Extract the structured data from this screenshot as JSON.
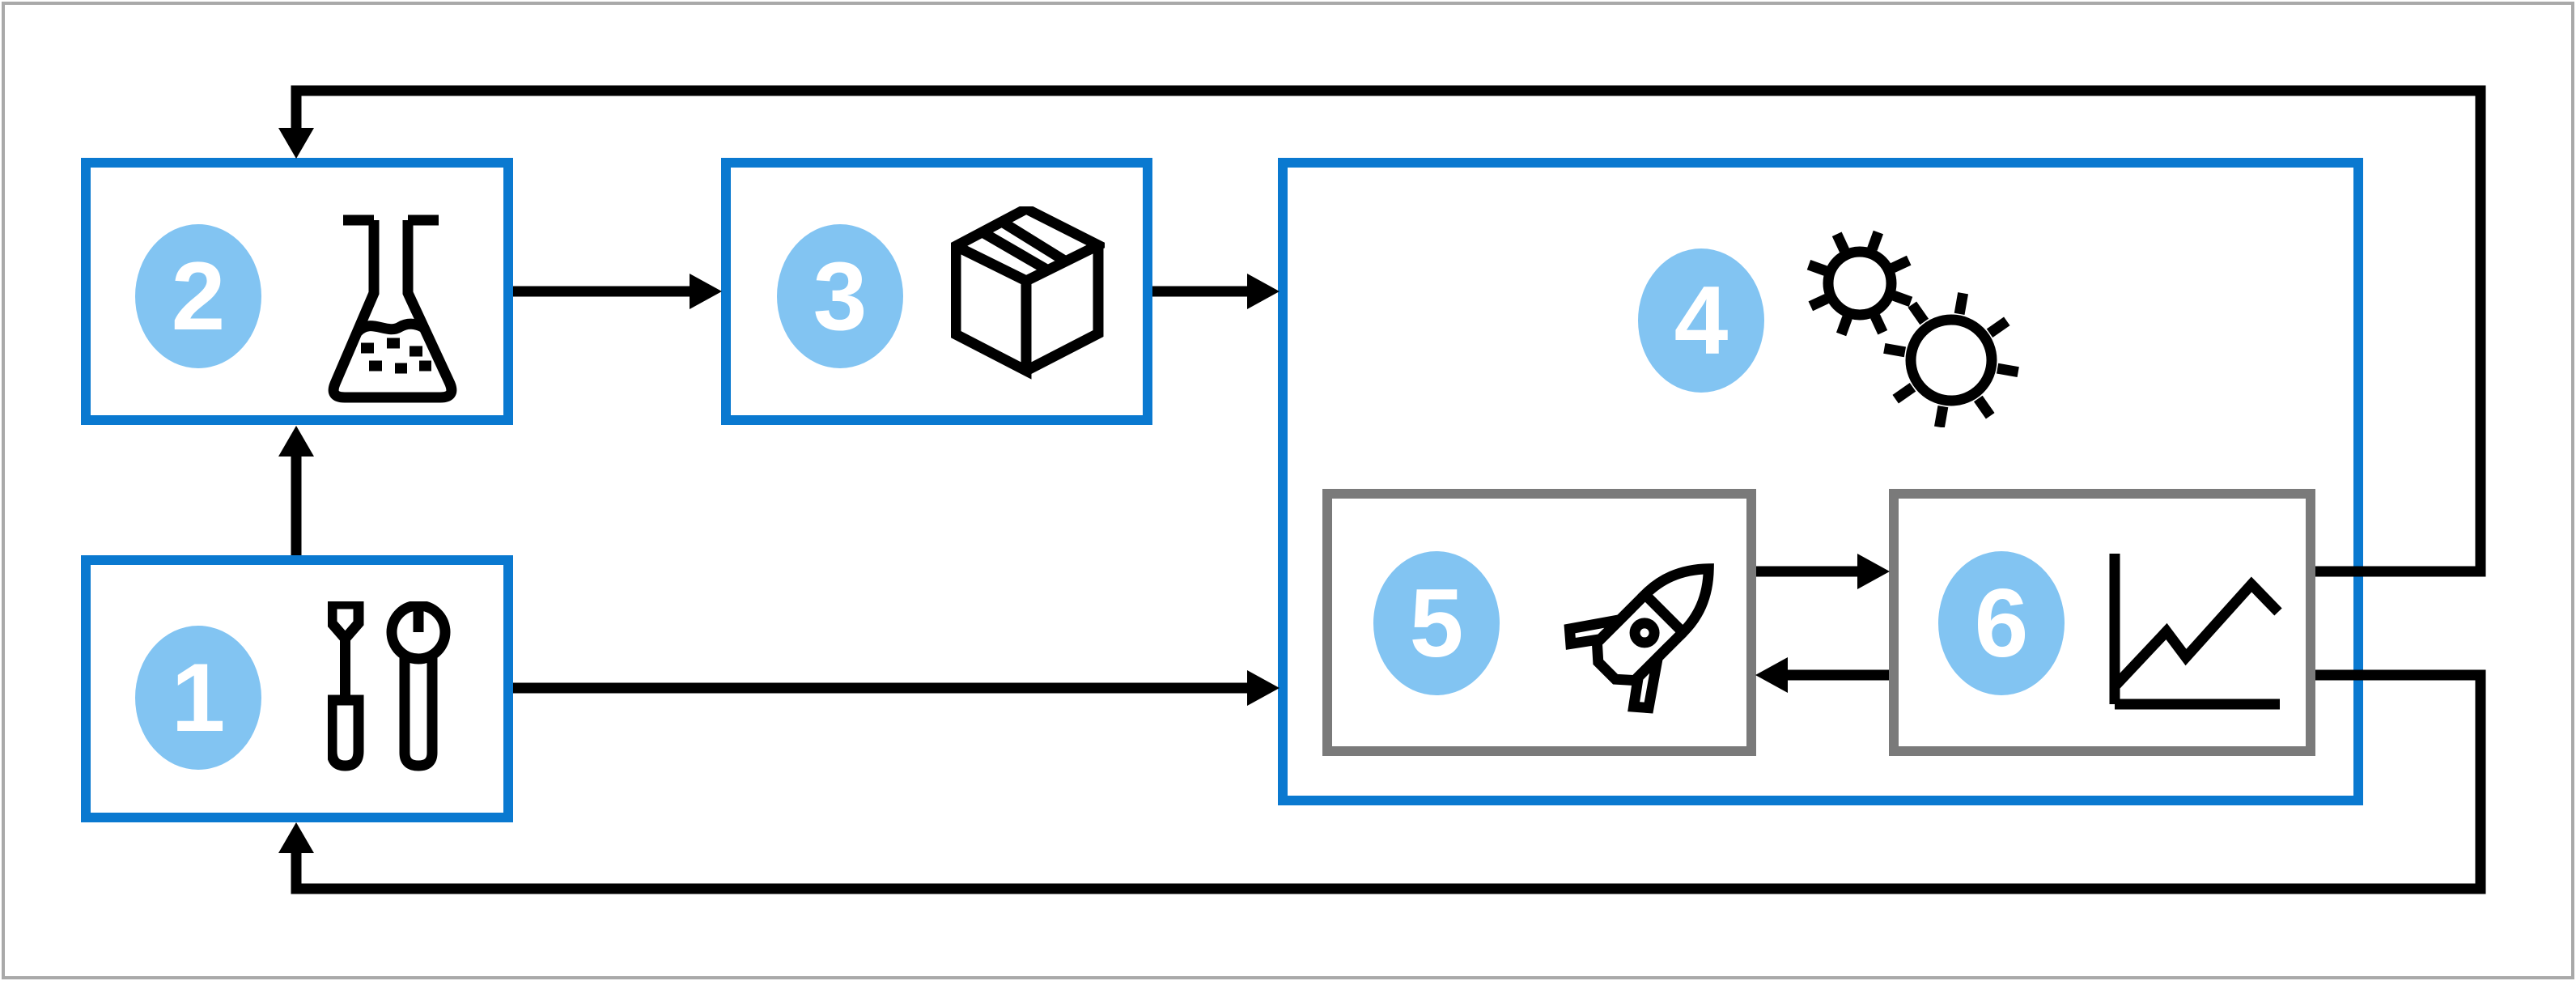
{
  "diagram_title": "numbered-process-flow-diagram",
  "colors": {
    "accent_blue": "#0a79d0",
    "badge_fill": "#82c4f2",
    "badge_text": "#ffffff",
    "inner_box_gray": "#7a7a7a",
    "frame_gray": "#a9a9a9",
    "connector_black": "#000000",
    "background": "#ffffff"
  },
  "steps": [
    {
      "number": "1",
      "icon": "tools-icon"
    },
    {
      "number": "2",
      "icon": "flask-icon"
    },
    {
      "number": "3",
      "icon": "package-icon"
    },
    {
      "number": "4",
      "icon": "germs-icon"
    },
    {
      "number": "5",
      "icon": "rocket-icon"
    },
    {
      "number": "6",
      "icon": "chart-icon"
    }
  ],
  "connections": [
    {
      "from": "1",
      "to": "2",
      "type": "arrow"
    },
    {
      "from": "2",
      "to": "3",
      "type": "arrow"
    },
    {
      "from": "3",
      "to": "4",
      "type": "arrow"
    },
    {
      "from": "1",
      "to": "4",
      "type": "arrow"
    },
    {
      "from": "5",
      "to": "6",
      "type": "arrow"
    },
    {
      "from": "6",
      "to": "5",
      "type": "arrow"
    },
    {
      "from": "6",
      "to": "2",
      "type": "feedback-loop-top"
    },
    {
      "from": "6",
      "to": "1",
      "type": "feedback-loop-bottom"
    }
  ],
  "containment": {
    "box4_contains": [
      "5",
      "6"
    ]
  }
}
